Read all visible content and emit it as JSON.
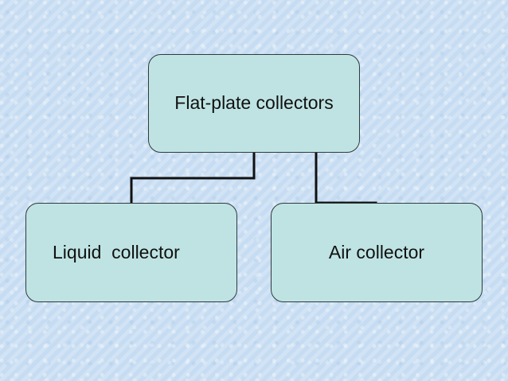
{
  "diagram": {
    "type": "hierarchy",
    "root": {
      "label": "Flat-plate collectors"
    },
    "children": [
      {
        "label": "Liquid  collector"
      },
      {
        "label": "Air collector"
      }
    ]
  },
  "style": {
    "background": "#c7ddf2",
    "node_fill": "#bfe3e3",
    "node_border": "#2f3b3b",
    "connector": "#111111"
  }
}
